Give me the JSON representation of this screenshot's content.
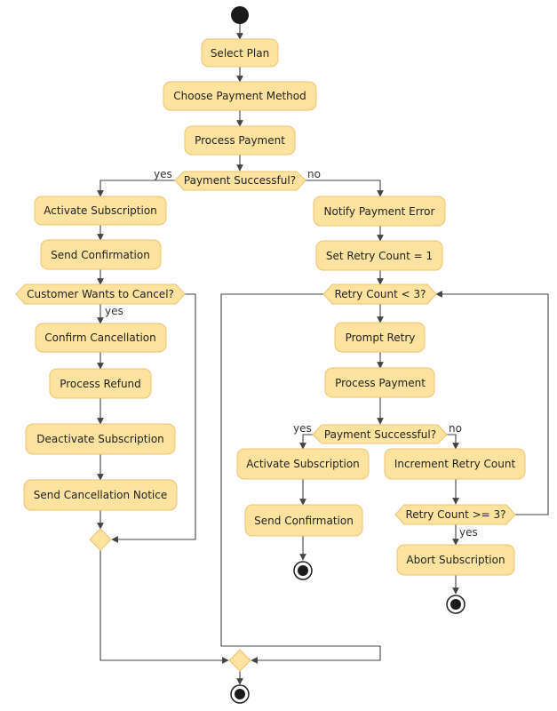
{
  "colors": {
    "node_fill": "#FEE3A0",
    "node_border": "#EAC46E",
    "edge": "#444444",
    "start_node": "#1a1a1a"
  },
  "activities": {
    "select_plan": "Select Plan",
    "choose_payment_method": "Choose Payment Method",
    "process_payment": "Process Payment",
    "activate_subscription": "Activate Subscription",
    "send_confirmation": "Send Confirmation",
    "confirm_cancellation": "Confirm Cancellation",
    "process_refund": "Process Refund",
    "deactivate_subscription": "Deactivate Subscription",
    "send_cancellation_notice": "Send Cancellation Notice",
    "notify_payment_error": "Notify Payment Error",
    "set_retry_count": "Set Retry Count = 1",
    "prompt_retry": "Prompt Retry",
    "process_payment_retry": "Process Payment",
    "activate_subscription_retry": "Activate Subscription",
    "increment_retry_count": "Increment Retry Count",
    "send_confirmation_retry": "Send Confirmation",
    "abort_subscription": "Abort Subscription"
  },
  "decisions": {
    "payment_successful": "Payment Successful?",
    "customer_wants_cancel": "Customer Wants to Cancel?",
    "retry_count_lt_3": "Retry Count < 3?",
    "payment_successful_retry": "Payment Successful?",
    "retry_count_gte_3": "Retry Count >= 3?"
  },
  "edge_labels": {
    "yes": "yes",
    "no": "no"
  }
}
